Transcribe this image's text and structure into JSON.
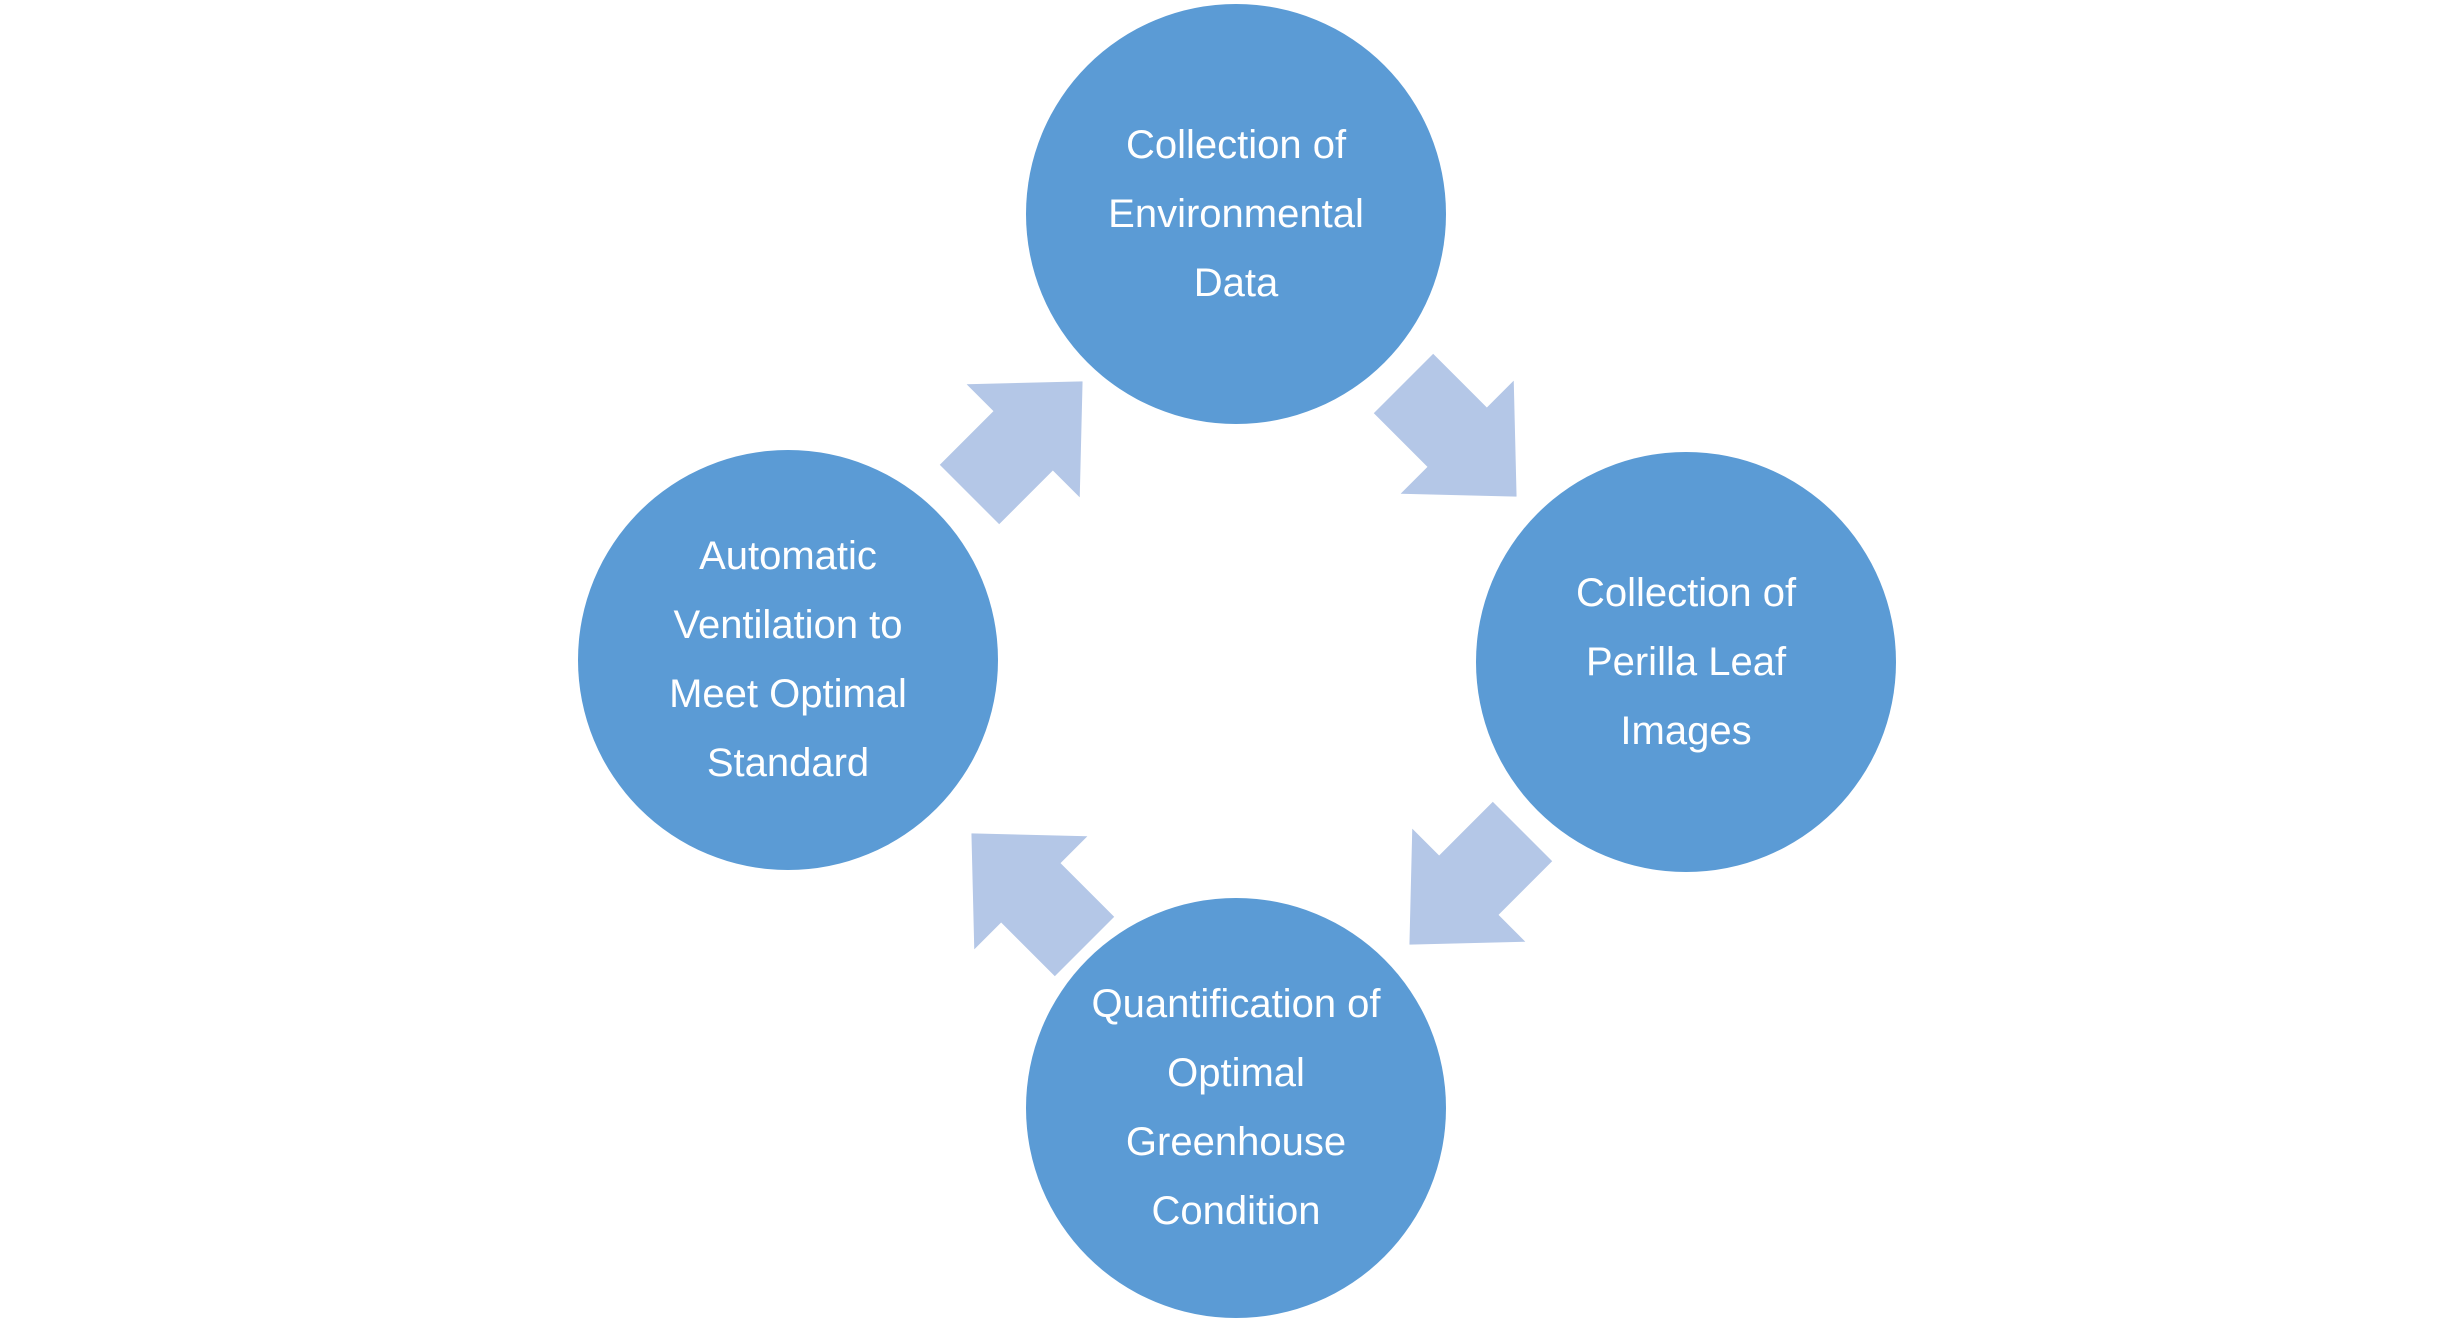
{
  "diagram": {
    "type": "cycle",
    "colors": {
      "node_fill": "#5b9bd5",
      "node_text": "#ffffff",
      "arrow_fill": "#b4c7e7",
      "background": "#ffffff"
    },
    "nodes": [
      {
        "label": "Collection of Environmental Data"
      },
      {
        "label": "Collection of Perilla Leaf Images"
      },
      {
        "label": "Quantification of Optimal Greenhouse Condition"
      },
      {
        "label": "Automatic Ventilation to Meet Optimal Standard"
      }
    ],
    "arrows": [
      {
        "from": "Collection of Environmental Data",
        "to": "Collection of Perilla Leaf Images",
        "direction": "clockwise"
      },
      {
        "from": "Collection of Perilla Leaf Images",
        "to": "Quantification of Optimal Greenhouse Condition",
        "direction": "clockwise"
      },
      {
        "from": "Quantification of Optimal Greenhouse Condition",
        "to": "Automatic Ventilation to Meet Optimal Standard",
        "direction": "clockwise"
      },
      {
        "from": "Automatic Ventilation to Meet Optimal Standard",
        "to": "Collection of Environmental Data",
        "direction": "clockwise"
      }
    ]
  }
}
